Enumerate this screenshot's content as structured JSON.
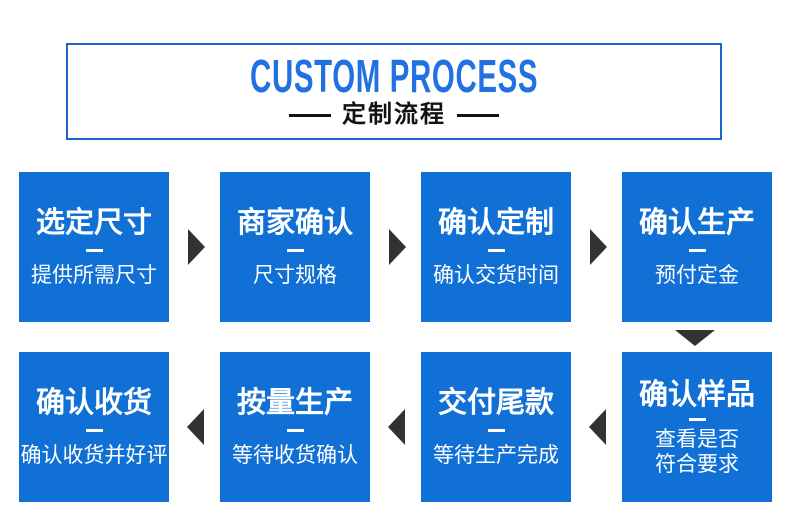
{
  "header": {
    "title_en": "CUSTOM PROCESS",
    "title_zh": "定制流程"
  },
  "steps": [
    {
      "title": "选定尺寸",
      "subtitle": "提供所需尺寸"
    },
    {
      "title": "商家确认",
      "subtitle": "尺寸规格"
    },
    {
      "title": "确认定制",
      "subtitle": "确认交货时间"
    },
    {
      "title": "确认生产",
      "subtitle": "预付定金"
    },
    {
      "title": "确认样品",
      "subtitle": "查看是否",
      "subtitle2": "符合要求"
    },
    {
      "title": "交付尾款",
      "subtitle": "等待生产完成"
    },
    {
      "title": "按量生产",
      "subtitle": "等待收货确认"
    },
    {
      "title": "确认收货",
      "subtitle": "确认收货并好评"
    }
  ],
  "icons": {
    "flow_arrow_right": "triangle-right",
    "flow_arrow_left": "triangle-left",
    "flow_arrow_down": "triangle-down"
  },
  "colors": {
    "box_blue": "#1170d6",
    "accent_text_blue": "#2271e2",
    "header_border_blue": "#1a66cc",
    "arrow_dark": "#323232",
    "text_black": "#121212",
    "text_white": "#ffffff"
  }
}
